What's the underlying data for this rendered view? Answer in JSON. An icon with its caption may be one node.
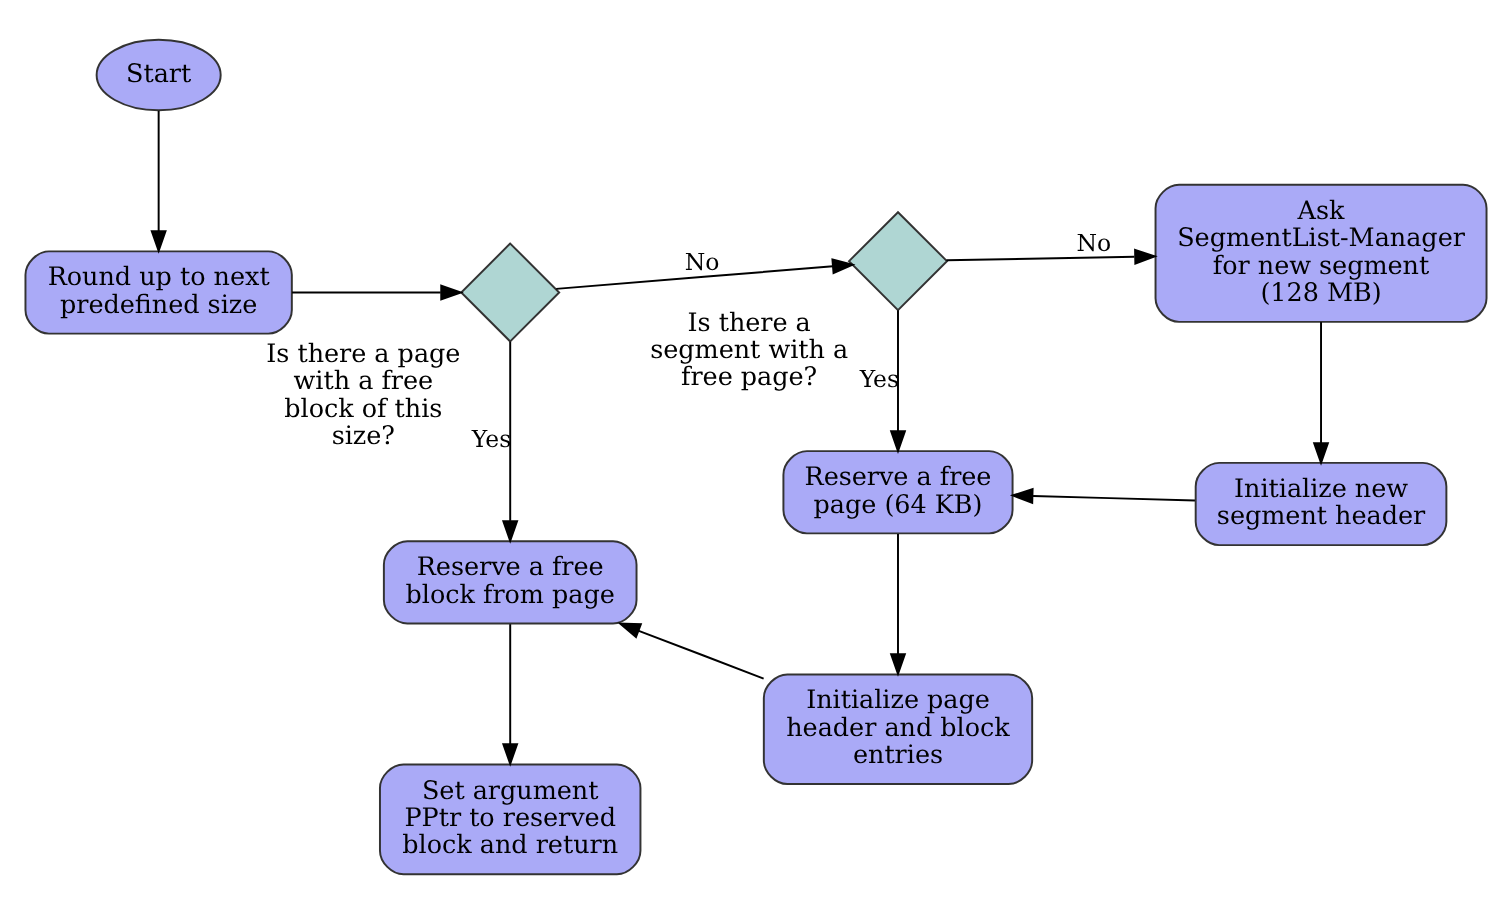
{
  "diagram": {
    "nodes": [
      {
        "text": [
          "Start"
        ]
      },
      {
        "text": [
          "Round up to next predefined size"
        ]
      },
      {
        "text": [
          "Is there a page with a free block of this size?"
        ]
      },
      {
        "text": [
          "Is there a segment with a free page?"
        ]
      },
      {
        "text": [
          "Ask SegmentList-Manager for new segment (128 MB)"
        ]
      },
      {
        "text": [
          "Initialize new segment header"
        ]
      },
      {
        "text": [
          "Reserve a free page (64 KB)"
        ]
      },
      {
        "text": [
          "Initialize page header and block entries"
        ]
      },
      {
        "text": [
          "Reserve a free block from page"
        ]
      },
      {
        "text": [
          "Set argument PPtr to reserved block and return"
        ]
      }
    ],
    "edges": [
      {
        "from": 0,
        "to": 1,
        "arrow": "to"
      },
      {
        "from": 1,
        "to": 2,
        "arrow": "to"
      },
      {
        "from": 2,
        "to": 3,
        "arrow": "to",
        "label": "No"
      },
      {
        "from": 2,
        "to": 8,
        "arrow": "to",
        "label": "Yes"
      },
      {
        "from": 3,
        "to": 4,
        "arrow": "to",
        "label": "No"
      },
      {
        "from": 3,
        "to": 6,
        "arrow": "to",
        "label": "Yes"
      },
      {
        "from": 4,
        "to": 5,
        "arrow": "to"
      },
      {
        "from": 5,
        "to": 6,
        "arrow": "to"
      },
      {
        "from": 6,
        "to": 7,
        "arrow": "to"
      },
      {
        "from": 7,
        "to": 8,
        "arrow": "to"
      },
      {
        "from": 8,
        "to": 9,
        "arrow": "to"
      }
    ]
  }
}
